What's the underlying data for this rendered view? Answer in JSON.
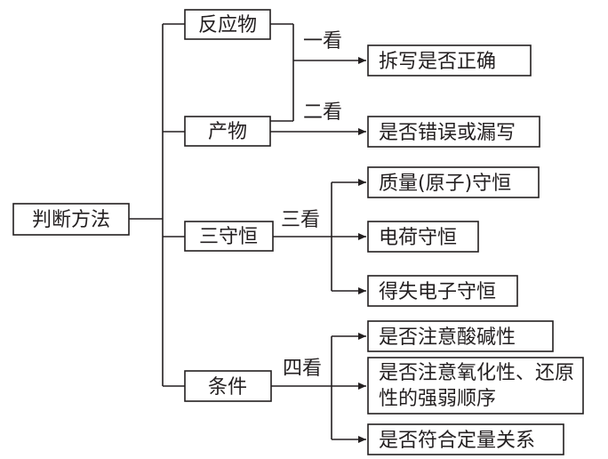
{
  "root": {
    "label": "判断方法"
  },
  "groups": [
    {
      "id": "reactants-products",
      "items": [
        "反应物",
        "产物"
      ],
      "steps": [
        {
          "label": "一看",
          "result": "拆写是否正确"
        },
        {
          "label": "二看",
          "result": "是否错误或漏写"
        }
      ]
    },
    {
      "id": "conservation",
      "items": [
        "三守恒"
      ],
      "steps": [
        {
          "label": "三看",
          "results": [
            "质量(原子)守恒",
            "电荷守恒",
            "得失电子守恒"
          ]
        }
      ]
    },
    {
      "id": "conditions",
      "items": [
        "条件"
      ],
      "steps": [
        {
          "label": "四看",
          "results": [
            [
              "是否注意酸碱性"
            ],
            [
              "是否注意氧化性、还原",
              "性的强弱顺序"
            ],
            [
              "是否符合定量关系"
            ]
          ]
        }
      ]
    }
  ]
}
